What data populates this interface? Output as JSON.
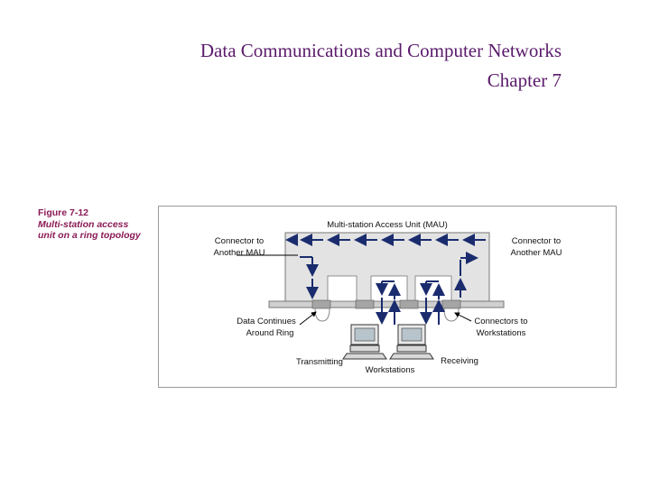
{
  "slide": {
    "title_line1": "Data Communications and Computer Networks",
    "title_line2": "Chapter 7"
  },
  "figure": {
    "number": "Figure 7-12",
    "caption_line1": "Multi-station access",
    "caption_line2": "unit on a ring topology"
  },
  "diagram": {
    "mau_label": "Multi-station Access Unit (MAU)",
    "connector_left_line1": "Connector to",
    "connector_left_line2": "Another MAU",
    "connector_right_line1": "Connector to",
    "connector_right_line2": "Another MAU",
    "data_continues_line1": "Data Continues",
    "data_continues_line2": "Around Ring",
    "connectors_ws_line1": "Connectors to",
    "connectors_ws_line2": "Workstations",
    "transmitting": "Transmitting",
    "receiving": "Receiving",
    "workstations": "Workstations",
    "colors": {
      "arrow": "#1a2c6e",
      "box": "#e3e3e3",
      "frame": "#9a9a9a",
      "title": "#5a1a6b",
      "caption": "#8a1a55"
    }
  }
}
